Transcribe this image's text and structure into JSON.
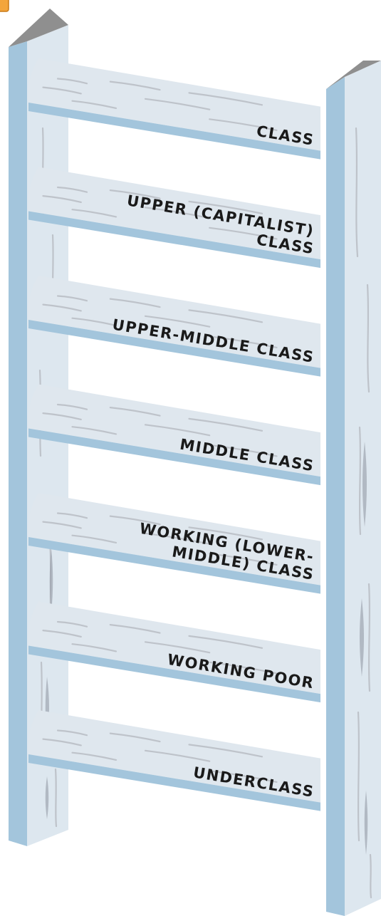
{
  "diagram": {
    "rungs": [
      {
        "lines": [
          "CLASS"
        ]
      },
      {
        "lines": [
          "UPPER (CAPITALIST)",
          "CLASS"
        ]
      },
      {
        "lines": [
          "UPPER-MIDDLE CLASS"
        ]
      },
      {
        "lines": [
          "MIDDLE CLASS"
        ]
      },
      {
        "lines": [
          "WORKING (LOWER-",
          "MIDDLE) CLASS"
        ]
      },
      {
        "lines": [
          "WORKING POOR"
        ]
      },
      {
        "lines": [
          "UNDERCLASS"
        ]
      }
    ]
  },
  "colors": {
    "rail_face": "#dde7ef",
    "rail_side": "#a3c5dc",
    "rail_top": "#8f8f8f",
    "rung_top": "#dfe7ee",
    "rung_edge": "#a3c5dc",
    "label": "#1a1a1a",
    "corner_badge": "#f3a53c"
  }
}
